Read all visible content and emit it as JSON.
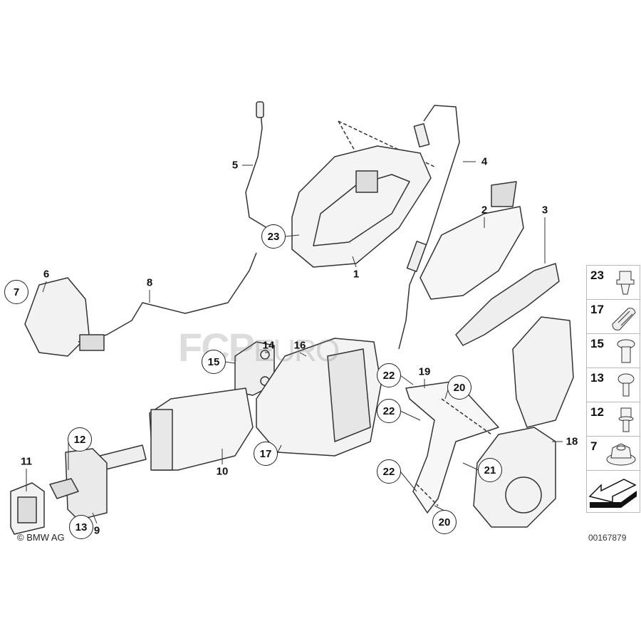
{
  "diagram": {
    "watermark": {
      "brand": "FCP",
      "suffix": "EURO"
    },
    "copyright": "© BMW AG",
    "drawing_number": "00167879",
    "callouts": [
      {
        "id": "c5",
        "text": "5",
        "circled": false
      },
      {
        "id": "c4",
        "text": "4",
        "circled": false
      },
      {
        "id": "c2",
        "text": "2",
        "circled": false
      },
      {
        "id": "c3",
        "text": "3",
        "circled": false
      },
      {
        "id": "c1",
        "text": "1",
        "circled": false
      },
      {
        "id": "c6",
        "text": "6",
        "circled": false
      },
      {
        "id": "c8",
        "text": "8",
        "circled": false
      },
      {
        "id": "c14",
        "text": "14",
        "circled": false
      },
      {
        "id": "c16",
        "text": "16",
        "circled": false
      },
      {
        "id": "c19",
        "text": "19",
        "circled": false
      },
      {
        "id": "c18",
        "text": "18",
        "circled": false
      },
      {
        "id": "c10",
        "text": "10",
        "circled": false
      },
      {
        "id": "c11",
        "text": "11",
        "circled": false
      },
      {
        "id": "c9",
        "text": "9",
        "circled": false
      },
      {
        "id": "c23",
        "text": "23",
        "circled": true
      },
      {
        "id": "c7",
        "text": "7",
        "circled": true
      },
      {
        "id": "c15",
        "text": "15",
        "circled": true
      },
      {
        "id": "c22a",
        "text": "22",
        "circled": true
      },
      {
        "id": "c20a",
        "text": "20",
        "circled": true
      },
      {
        "id": "c22b",
        "text": "22",
        "circled": true
      },
      {
        "id": "c17",
        "text": "17",
        "circled": true
      },
      {
        "id": "c12",
        "text": "12",
        "circled": true
      },
      {
        "id": "c13",
        "text": "13",
        "circled": true
      },
      {
        "id": "c22c",
        "text": "22",
        "circled": true
      },
      {
        "id": "c21",
        "text": "21",
        "circled": true
      },
      {
        "id": "c20b",
        "text": "20",
        "circled": true
      }
    ],
    "legend": [
      {
        "number": "23",
        "part": "clip"
      },
      {
        "number": "17",
        "part": "grommet"
      },
      {
        "number": "15",
        "part": "torx-screw"
      },
      {
        "number": "13",
        "part": "pan-screw"
      },
      {
        "number": "12",
        "part": "hex-bolt"
      },
      {
        "number": "7",
        "part": "hex-nut"
      }
    ]
  }
}
